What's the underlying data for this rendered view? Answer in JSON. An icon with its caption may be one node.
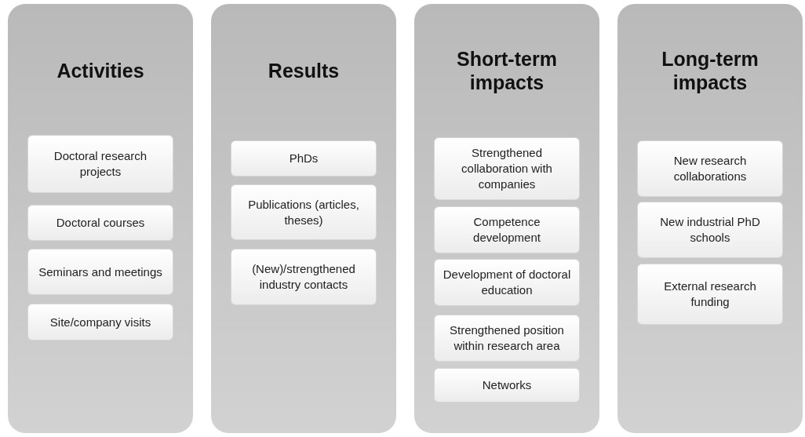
{
  "diagram": {
    "nodes": [
      {
        "text": [
          "Activities"
        ]
      },
      {
        "text": [
          "Doctoral research projects"
        ],
        "in": 0
      },
      {
        "text": [
          "Doctoral courses"
        ],
        "in": 0
      },
      {
        "text": [
          "Seminars and meetings"
        ],
        "in": 0
      },
      {
        "text": [
          "Site/company visits"
        ],
        "in": 0
      },
      {
        "text": [
          "Results"
        ]
      },
      {
        "text": [
          "PhDs"
        ],
        "in": 5
      },
      {
        "text": [
          "Publications (articles, theses)"
        ],
        "in": 5
      },
      {
        "text": [
          "(New)/strengthened industry contacts"
        ],
        "in": 5
      },
      {
        "text": [
          "Short-term impacts"
        ]
      },
      {
        "text": [
          "Strengthened collaboration with companies"
        ],
        "in": 9
      },
      {
        "text": [
          "Competence development"
        ],
        "in": 9
      },
      {
        "text": [
          "Development of doctoral education"
        ],
        "in": 9
      },
      {
        "text": [
          "Strengthened position within research area"
        ],
        "in": 9
      },
      {
        "text": [
          "Networks"
        ],
        "in": 9
      },
      {
        "text": [
          "Long-term impacts"
        ]
      },
      {
        "text": [
          "New research collaborations"
        ],
        "in": 15
      },
      {
        "text": [
          "New industrial PhD schools"
        ],
        "in": 15
      },
      {
        "text": [
          "External research funding"
        ],
        "in": 15
      }
    ],
    "edges": []
  }
}
